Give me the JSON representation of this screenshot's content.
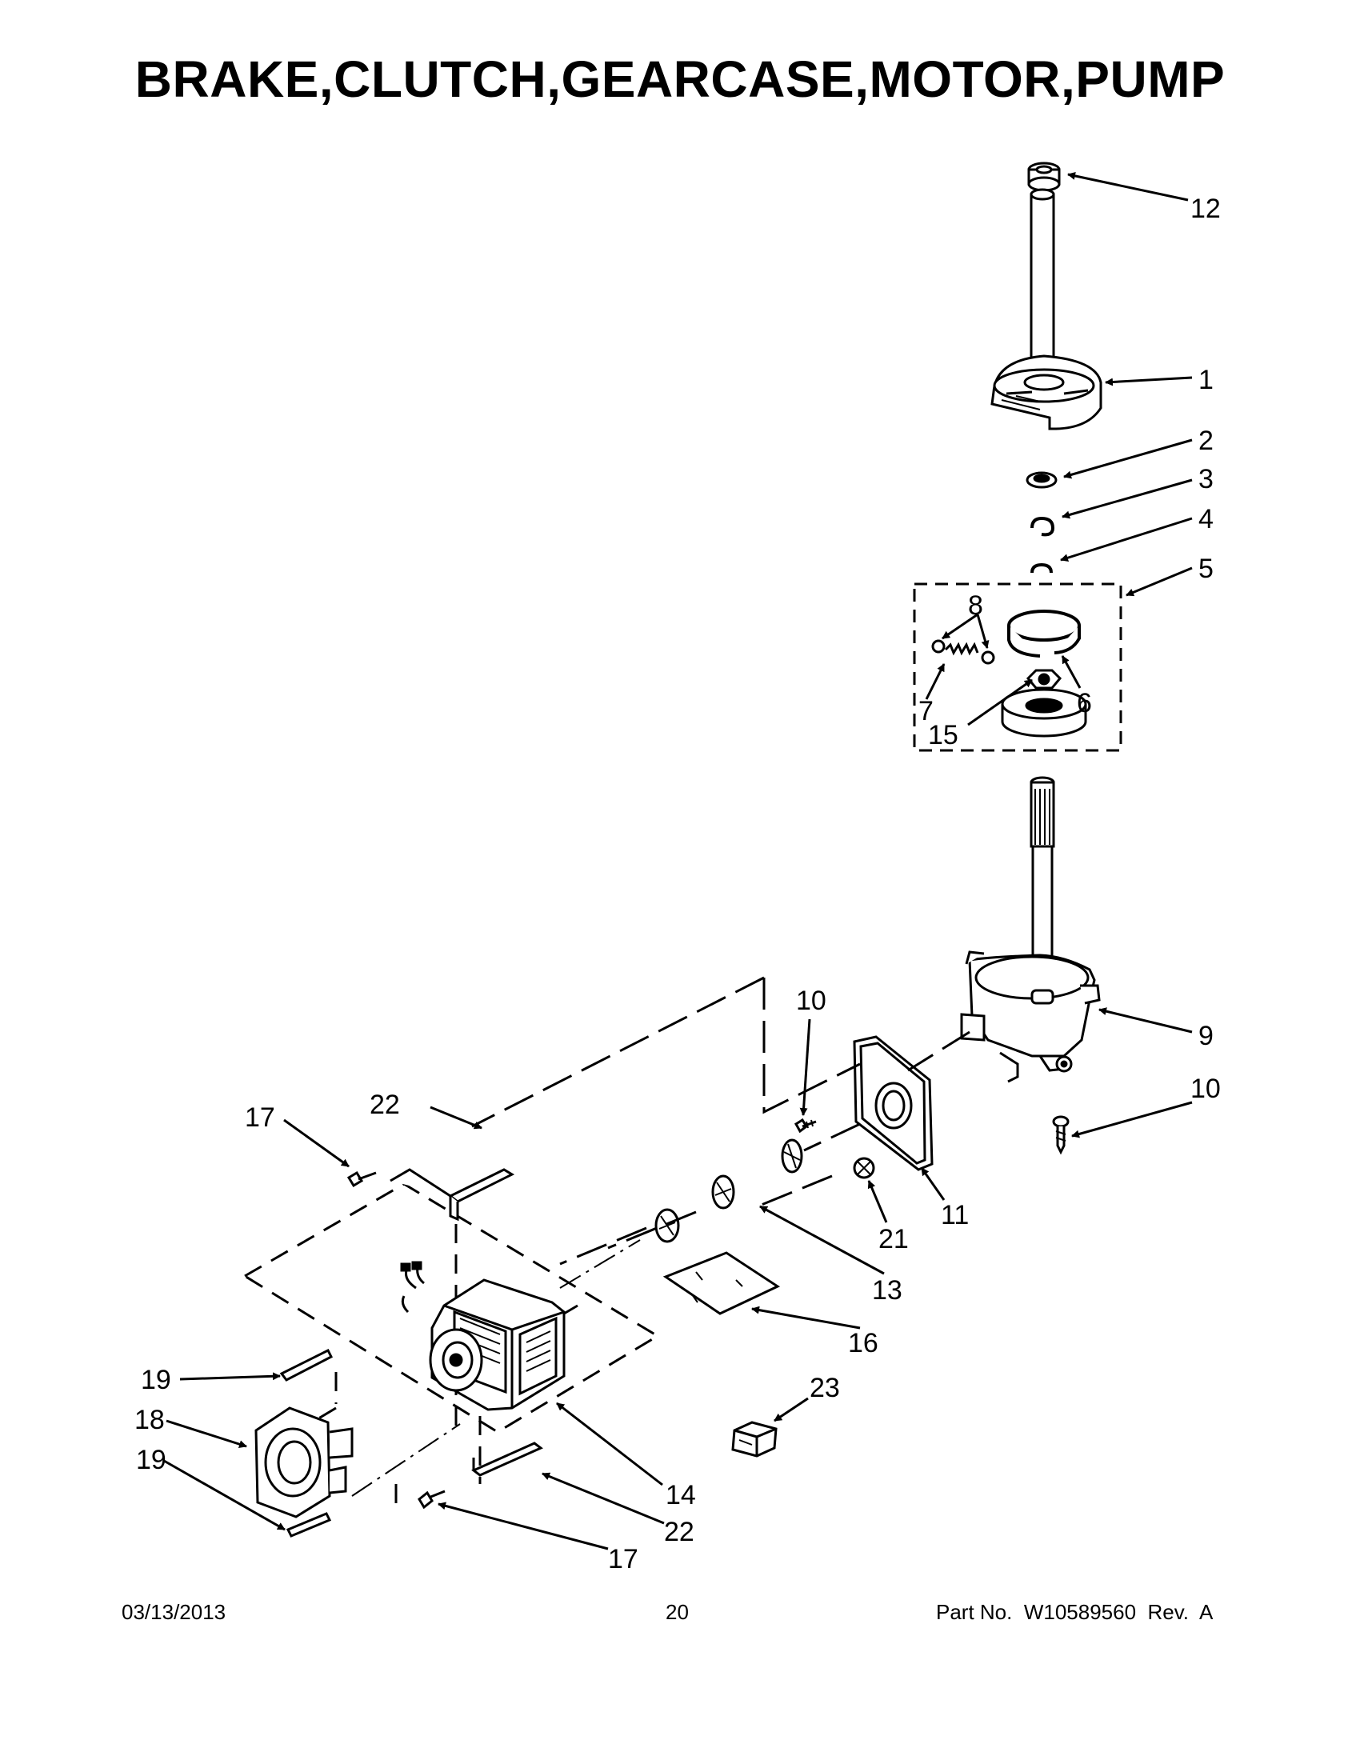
{
  "title": "BRAKE,CLUTCH,GEARCASE,MOTOR,PUMP",
  "callouts": [
    "12",
    "1",
    "2",
    "3",
    "4",
    "5",
    "8",
    "6",
    "7",
    "15",
    "9",
    "10",
    "10",
    "11",
    "21",
    "13",
    "16",
    "22",
    "17",
    "19",
    "18",
    "19",
    "14",
    "22",
    "17",
    "23"
  ],
  "footer": {
    "date": "03/13/2013",
    "page": "20",
    "part": "Part No.  W10589560  Rev.  A"
  }
}
